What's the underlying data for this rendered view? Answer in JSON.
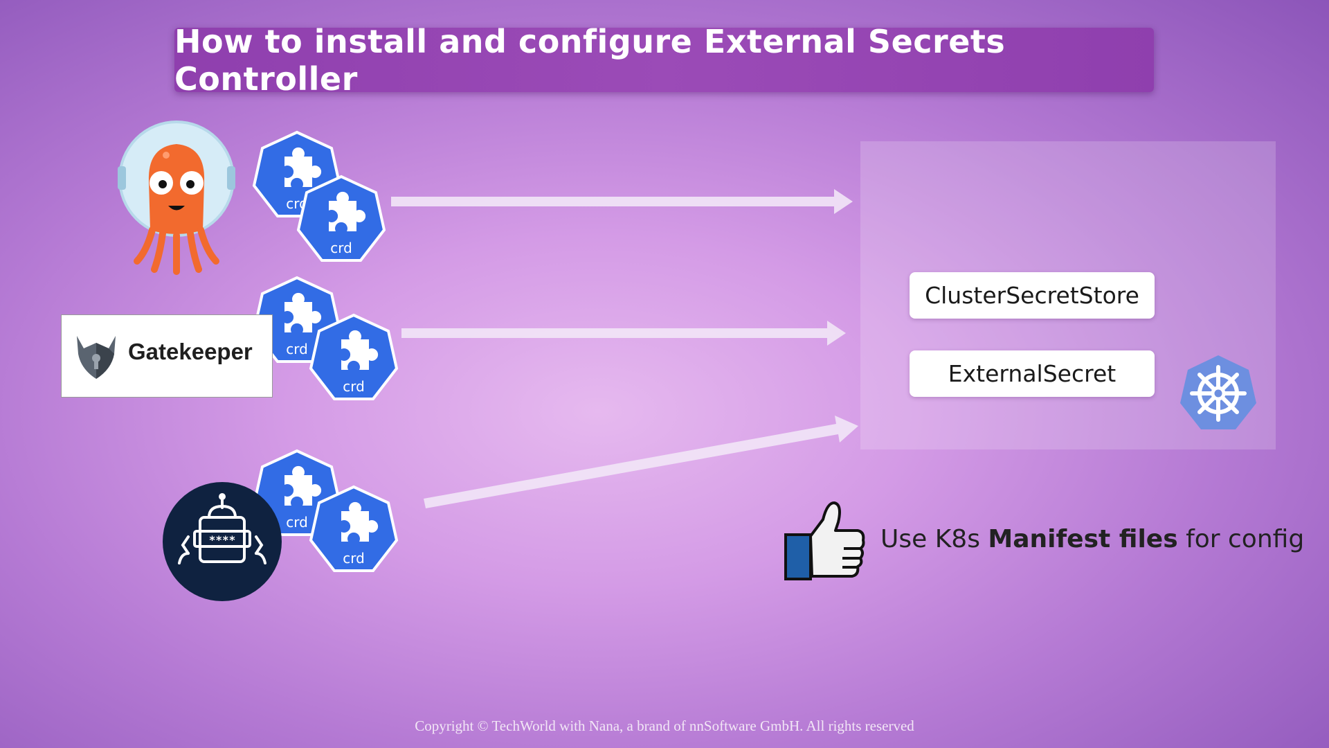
{
  "title": "How to install and configure External Secrets Controller",
  "cluster": {
    "resources": [
      "ClusterSecretStore",
      "ExternalSecret"
    ],
    "logo_icon": "kubernetes-helm-icon"
  },
  "sources": [
    {
      "name": "argocd",
      "icon": "argo-octopus-icon"
    },
    {
      "name": "gatekeeper",
      "label": "Gatekeeper",
      "icon": "gatekeeper-icon"
    },
    {
      "name": "external-secrets-operator",
      "icon": "robot-password-icon",
      "password_mask": "****"
    }
  ],
  "crd_label": "crd",
  "tip": {
    "icon": "thumbs-up-icon",
    "prefix": "Use K8s ",
    "bold": "Manifest files",
    "suffix": " for config"
  },
  "copyright": "Copyright © TechWorld with Nana, a brand of nnSoftware GmbH. All rights reserved",
  "colors": {
    "title_bar": "#9b4bb7",
    "crd_blue": "#326ce5",
    "k8s_blue": "#6d8fe0",
    "eso_navy": "#0f2240"
  }
}
